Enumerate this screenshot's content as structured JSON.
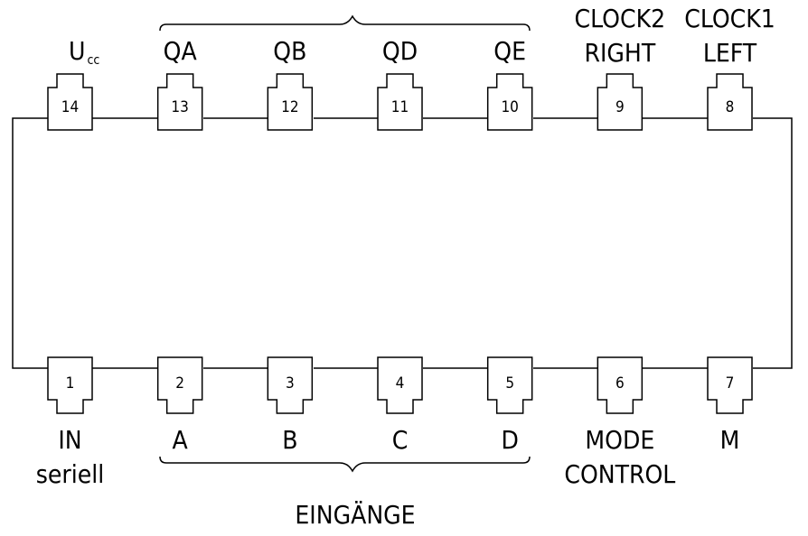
{
  "power_label": {
    "main": "U",
    "sub": "cc"
  },
  "top_pins": [
    {
      "number": "14",
      "labels": []
    },
    {
      "number": "13",
      "labels": [
        "QA"
      ]
    },
    {
      "number": "12",
      "labels": [
        "QB"
      ]
    },
    {
      "number": "11",
      "labels": [
        "QD"
      ]
    },
    {
      "number": "10",
      "labels": [
        "QE"
      ]
    },
    {
      "number": "9",
      "labels": [
        "CLOCK2",
        "RIGHT"
      ]
    },
    {
      "number": "8",
      "labels": [
        "CLOCK1",
        "LEFT"
      ]
    }
  ],
  "bottom_pins": [
    {
      "number": "1",
      "labels": [
        "IN",
        "seriell"
      ]
    },
    {
      "number": "2",
      "labels": [
        "A"
      ]
    },
    {
      "number": "3",
      "labels": [
        "B"
      ]
    },
    {
      "number": "4",
      "labels": [
        "C"
      ]
    },
    {
      "number": "5",
      "labels": [
        "D"
      ]
    },
    {
      "number": "6",
      "labels": [
        "MODE",
        "CONTROL"
      ]
    },
    {
      "number": "7",
      "labels": [
        "M"
      ]
    }
  ],
  "group_label": "EINGÄNGE"
}
